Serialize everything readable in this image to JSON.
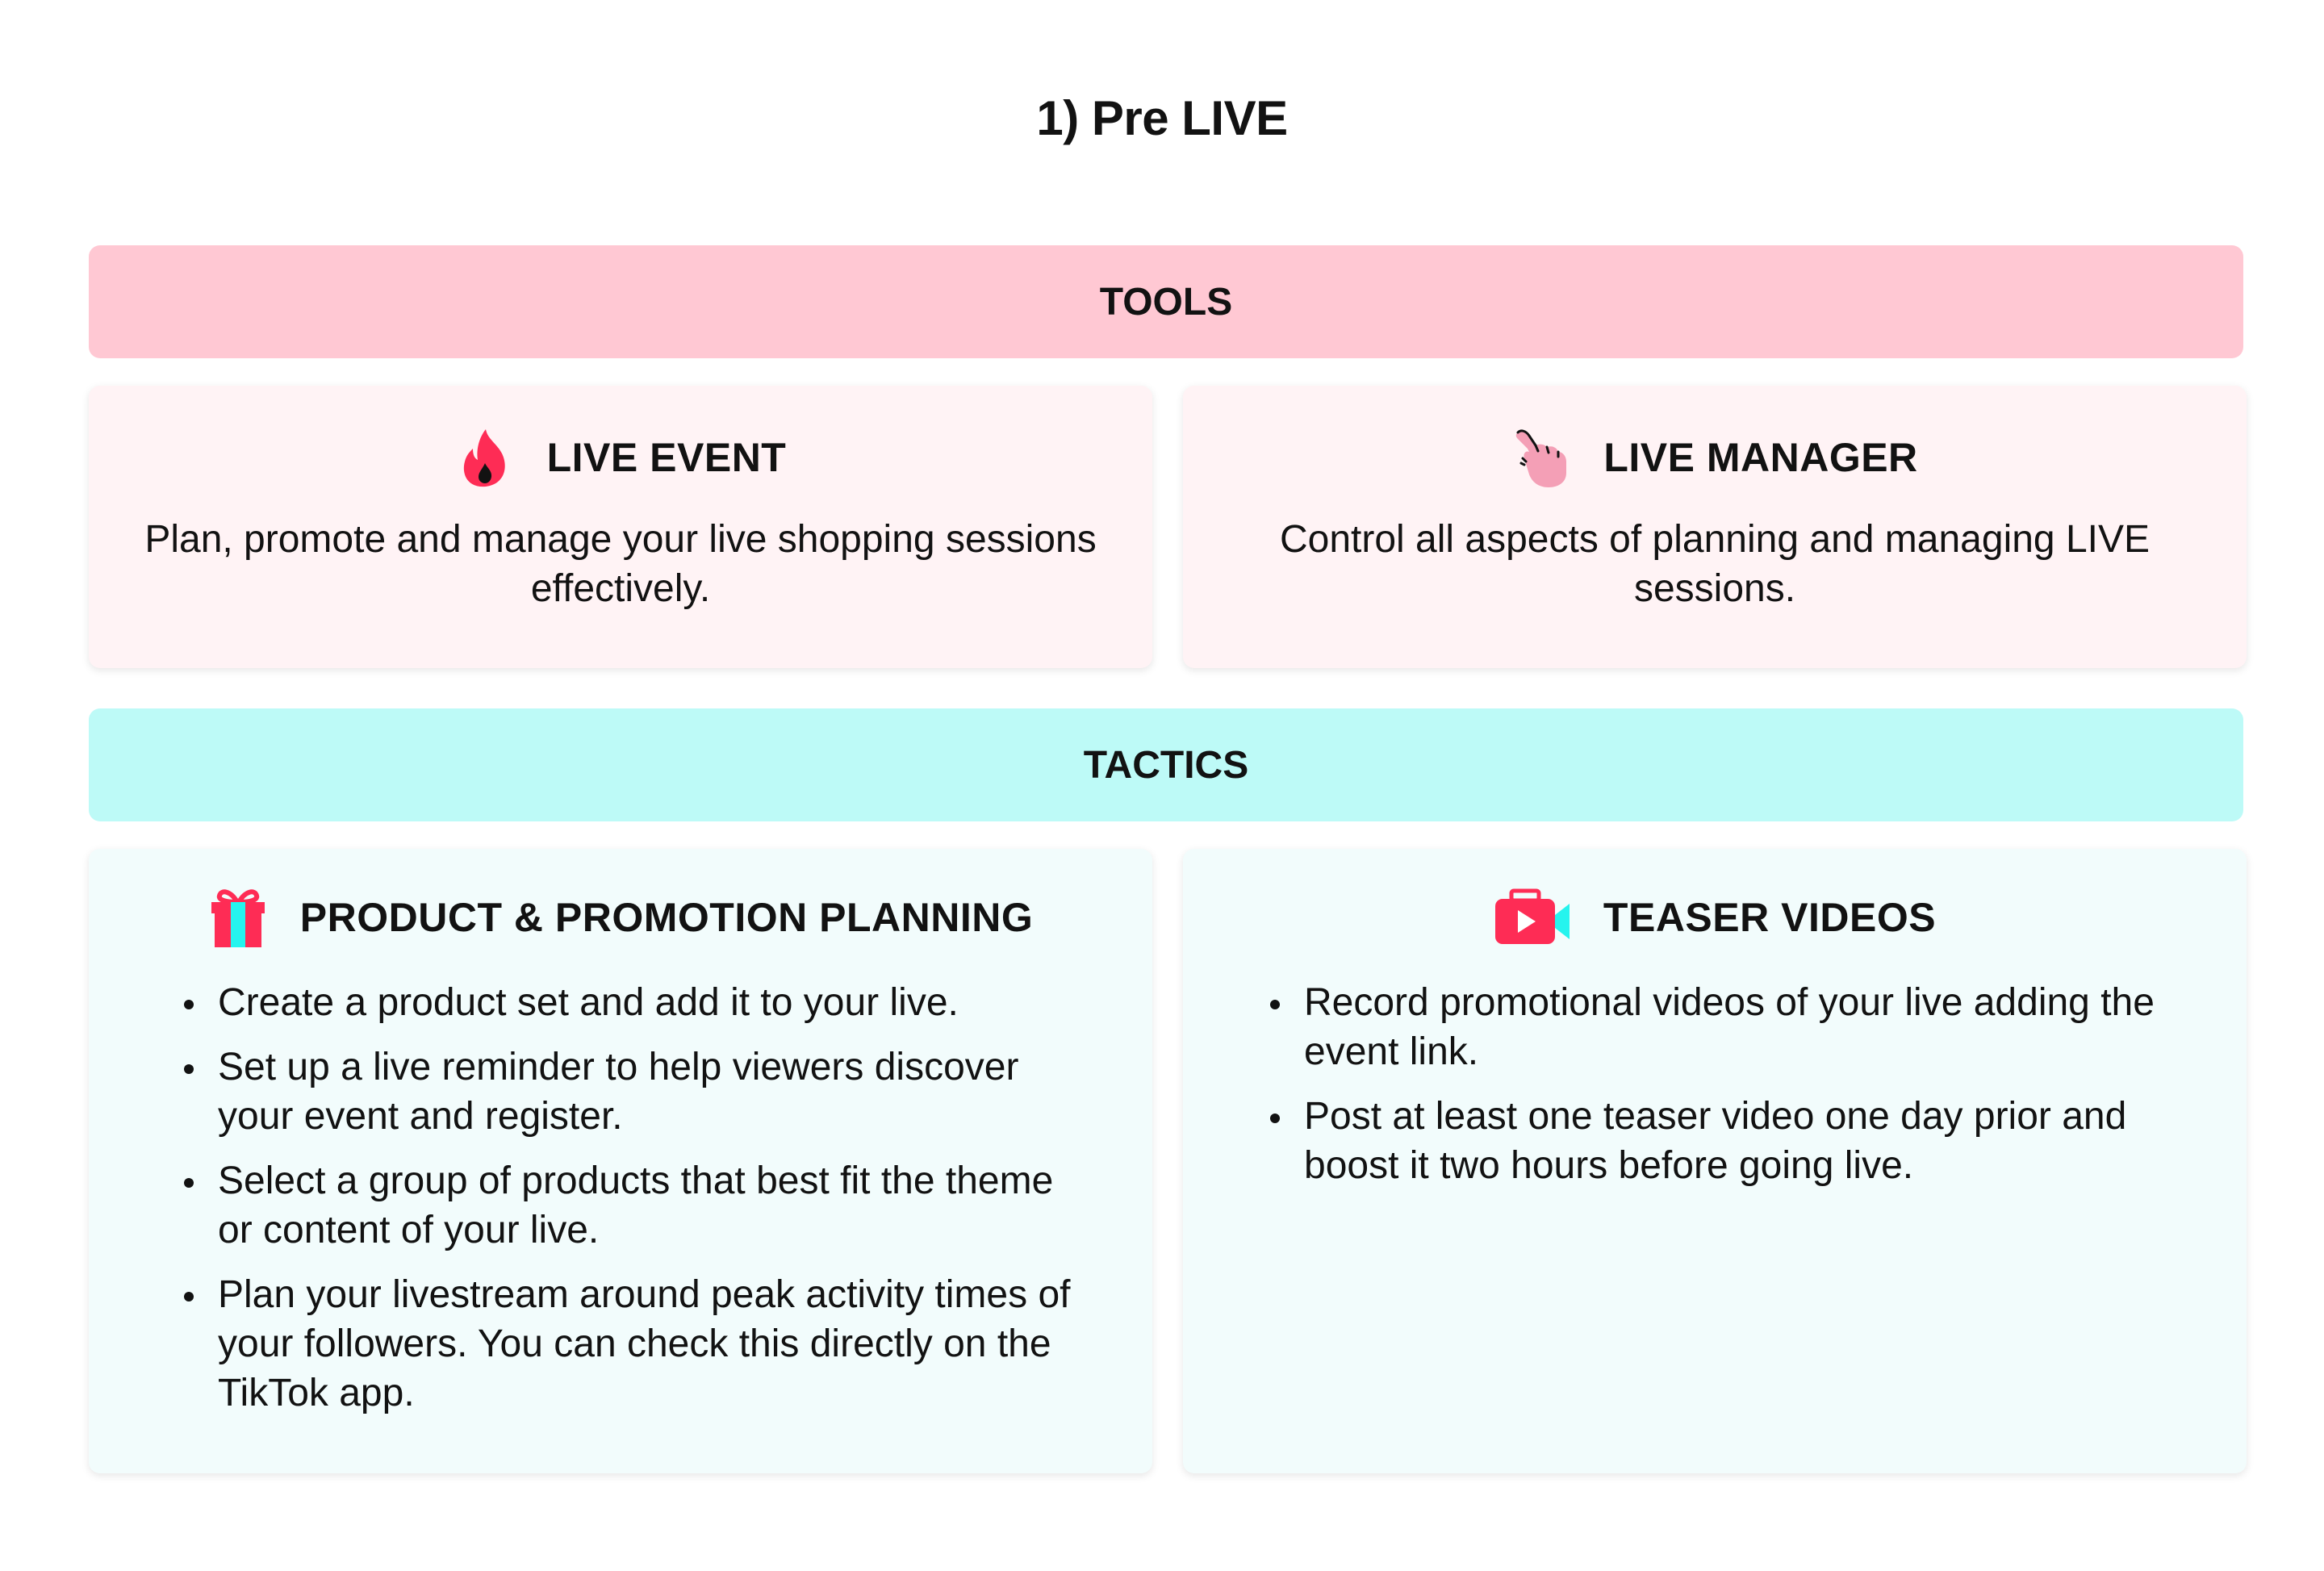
{
  "page": {
    "title": "1) Pre LIVE"
  },
  "tools": {
    "label": "TOOLS",
    "cards": [
      {
        "icon": "flame-icon",
        "title": "LIVE EVENT",
        "description": "Plan, promote and manage your live shopping sessions effectively."
      },
      {
        "icon": "pointing-hand-icon",
        "title": "LIVE MANAGER",
        "description": "Control all aspects of planning and managing LIVE sessions."
      }
    ]
  },
  "tactics": {
    "label": "TACTICS",
    "cards": [
      {
        "icon": "gift-icon",
        "title": "PRODUCT & PROMOTION PLANNING",
        "bullets": [
          "Create a product set and add it to your live.",
          "Set up a live reminder to help viewers discover your event and register.",
          "Select a group of products that best fit the theme or content of your live.",
          "Plan your livestream around peak activity times of your followers. You can check this directly on the TikTok app."
        ]
      },
      {
        "icon": "video-camera-icon",
        "title": "TEASER VIDEOS",
        "bullets": [
          "Record promotional videos of your live adding the event link.",
          "Post at least one teaser video one day prior and boost it two hours before going live."
        ]
      }
    ]
  },
  "colors": {
    "tools_bar": "#ffc8d3",
    "tools_card": "#fff3f5",
    "tactics_bar": "#bdfaf7",
    "tactics_card": "#f2fcfc",
    "accent_red": "#fe2c55",
    "accent_cyan": "#25f4ee"
  }
}
